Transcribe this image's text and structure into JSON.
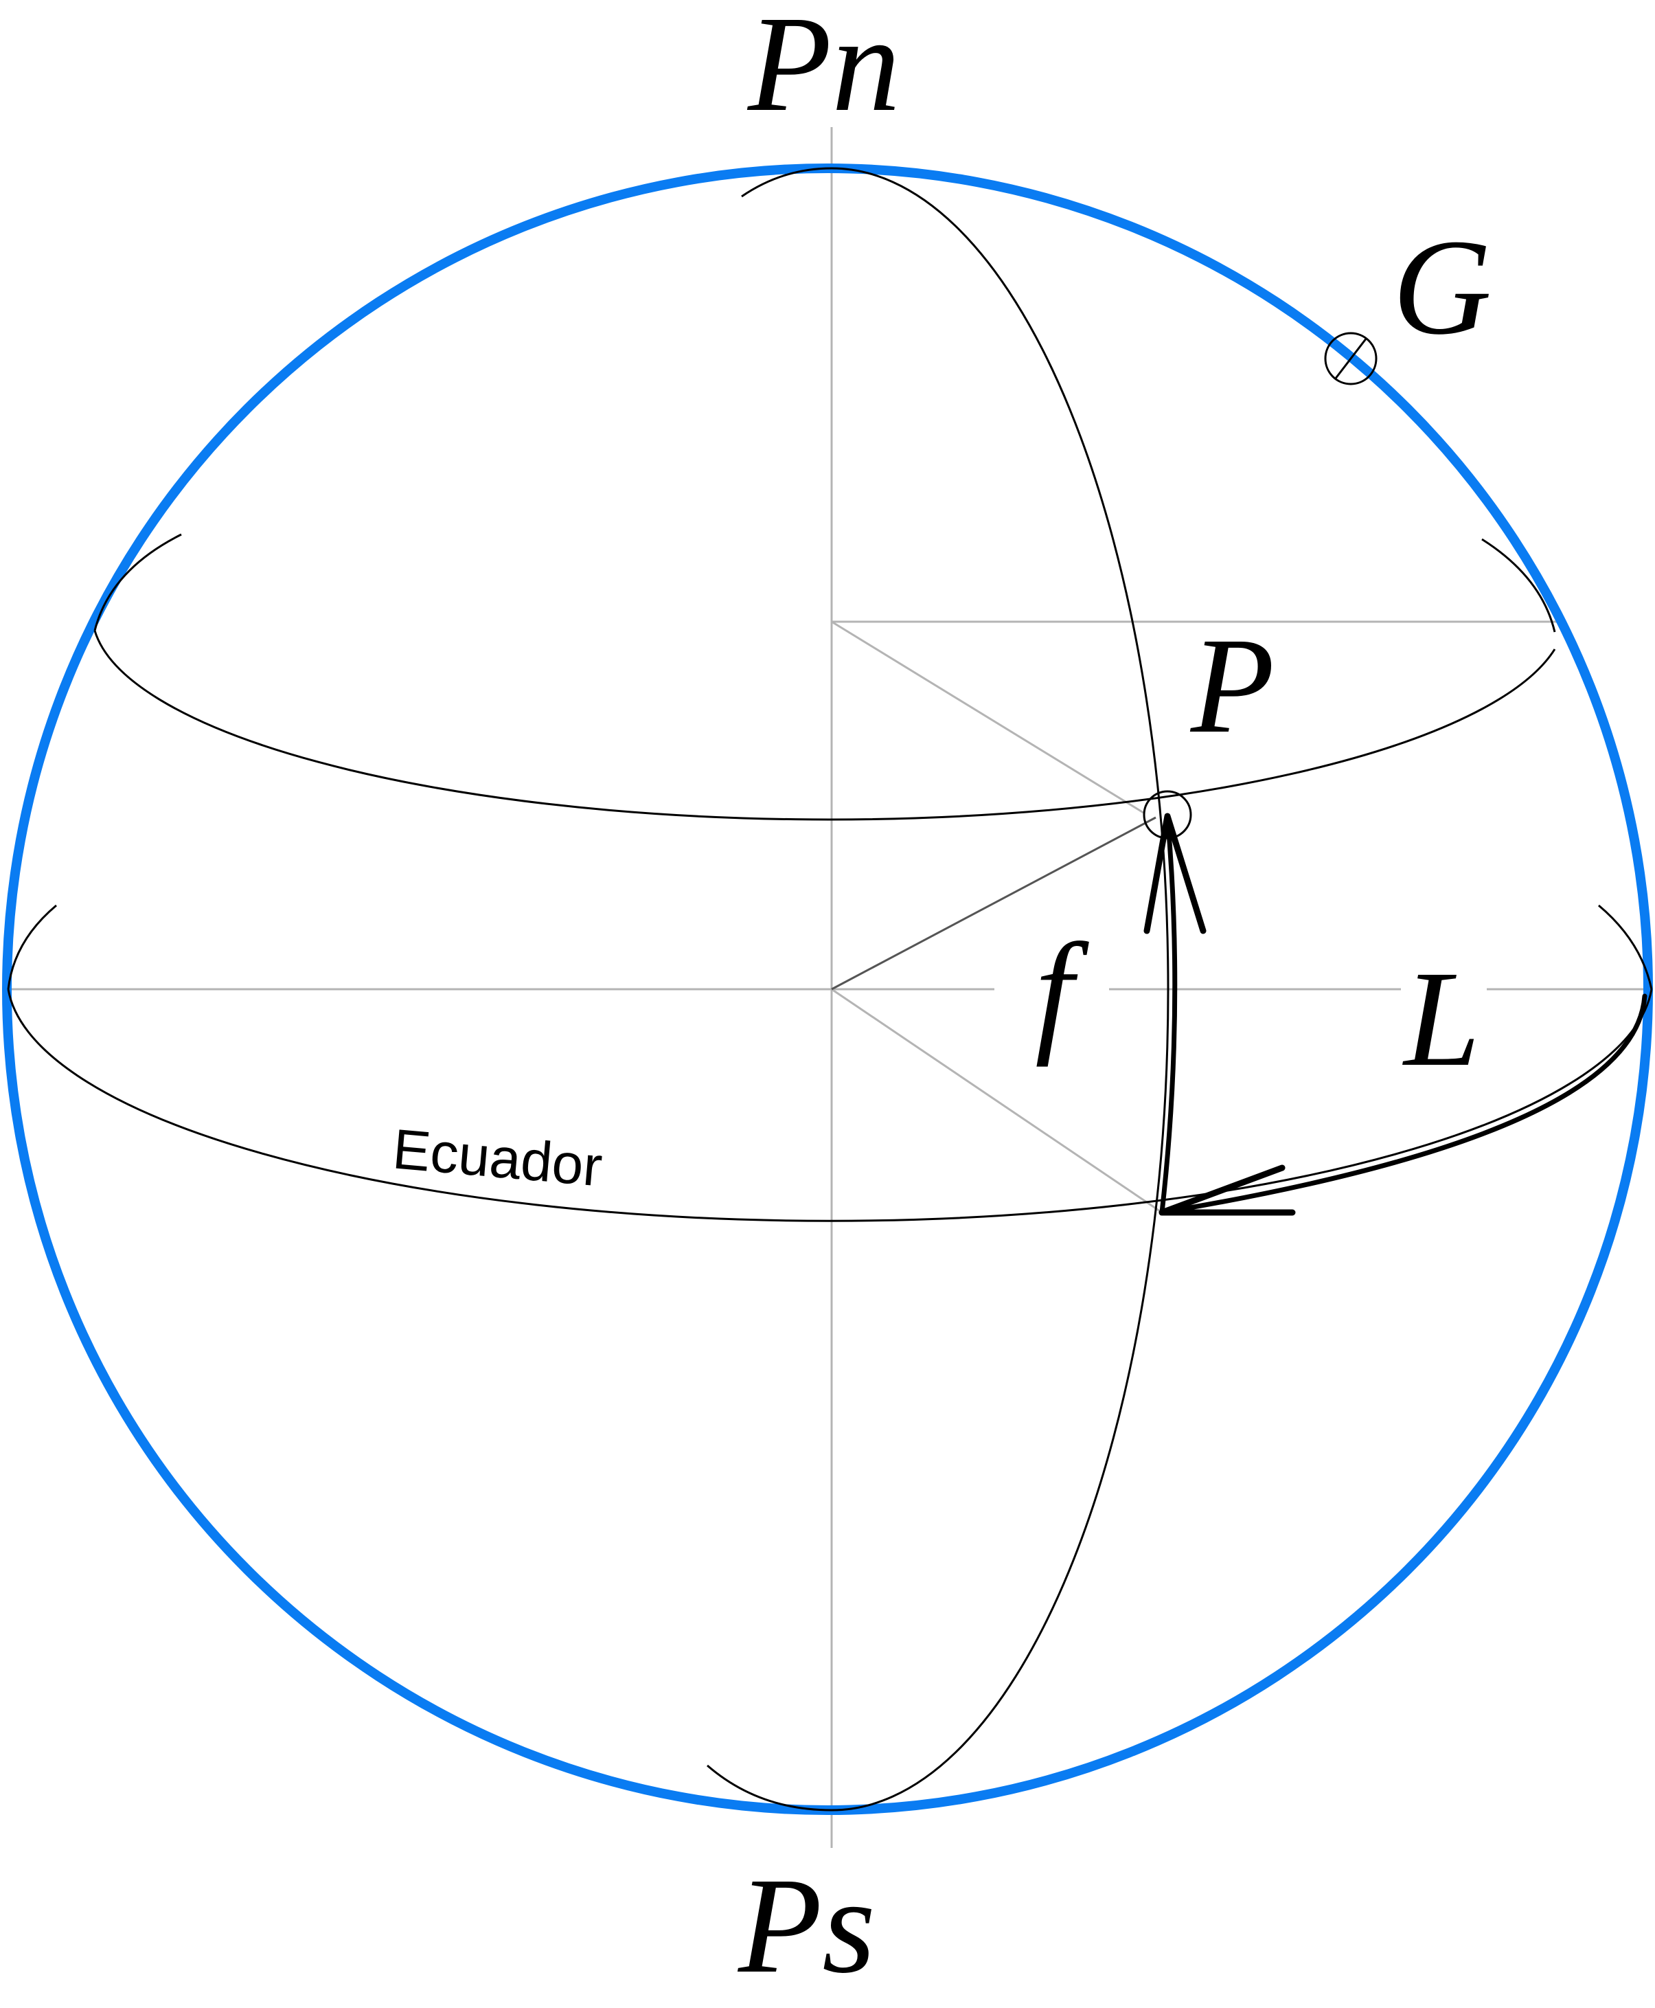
{
  "labels": {
    "north_pole": "Pn",
    "south_pole": "Ps",
    "greenwich": "G",
    "point": "P",
    "latitude": "f",
    "longitude": "L",
    "equator": "Ecuador"
  },
  "colors": {
    "sphere_outline": "#0a7cf2",
    "lines": "#000000",
    "guides": "#b4b4b4",
    "radius": "#555555"
  }
}
